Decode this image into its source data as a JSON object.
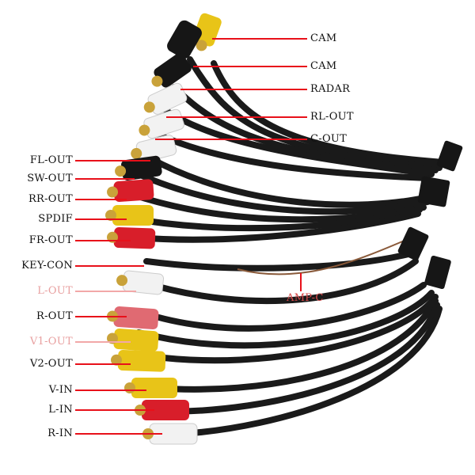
{
  "colors": {
    "leader_line": "#e8101a",
    "leader_line_light": "#f2a8a8",
    "cable": "#1a1a1a",
    "rca_red": "#d81e2a",
    "rca_white": "#f2f2f2",
    "rca_yellow": "#e8c418",
    "rca_black": "#161616"
  },
  "labels": {
    "cam_1": "CAM",
    "cam_2": "CAM",
    "radar": "RADAR",
    "rl_out": "RL-OUT",
    "c_out": "C-OUT",
    "fl_out": "FL-OUT",
    "sw_out": "SW-OUT",
    "rr_out": "RR-OUT",
    "spdif": "SPDIF",
    "fr_out": "FR-OUT",
    "key_con": "KEY-CON",
    "l_out": "L-OUT",
    "r_out": "R-OUT",
    "v1_out": "V1-OUT",
    "v2_out": "V2-OUT",
    "v_in": "V-IN",
    "l_in": "L-IN",
    "r_in": "R-IN",
    "amp_c": "AMP-C"
  },
  "icons": [
    "rca-plug-icon",
    "multi-pin-connector-icon"
  ]
}
